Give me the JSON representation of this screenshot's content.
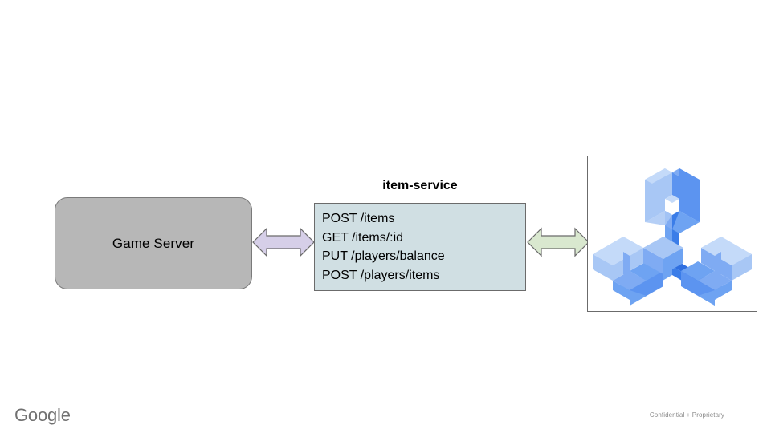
{
  "slide": {
    "background_color": "#ffffff",
    "title_text": "item-service"
  },
  "nodes": {
    "game_server": {
      "label": "Game Server",
      "fill_color": "#b7b7b7",
      "border_color": "#7a7a7a"
    },
    "item_service": {
      "title": "item-service",
      "fill_color": "#d0dfe3",
      "border_color": "#6b6b6b",
      "endpoints": [
        "POST /items",
        "GET /items/:id",
        "PUT /players/balance",
        "POST /players/items"
      ]
    },
    "database_logo": {
      "icon_name": "cloud-spanner-logo",
      "border_color": "#6b6b6b",
      "colors": {
        "light": "#a8c7f5",
        "medium": "#6ea3f2",
        "mid": "#5c94f0",
        "dark": "#3b7de8",
        "darker": "#2f6fe0"
      }
    }
  },
  "connectors": {
    "game_to_service": {
      "icon_name": "double-arrow-horizontal",
      "fill_color": "#d6cfe8",
      "border_color": "#6b6b6b"
    },
    "service_to_database": {
      "icon_name": "double-arrow-horizontal",
      "fill_color": "#d9e8cf",
      "border_color": "#6b6b6b"
    }
  },
  "footer": {
    "brand": "Google",
    "brand_color": "#717171",
    "confidential": "Confidential + Proprietary",
    "confidential_color": "#8a8a8a"
  }
}
